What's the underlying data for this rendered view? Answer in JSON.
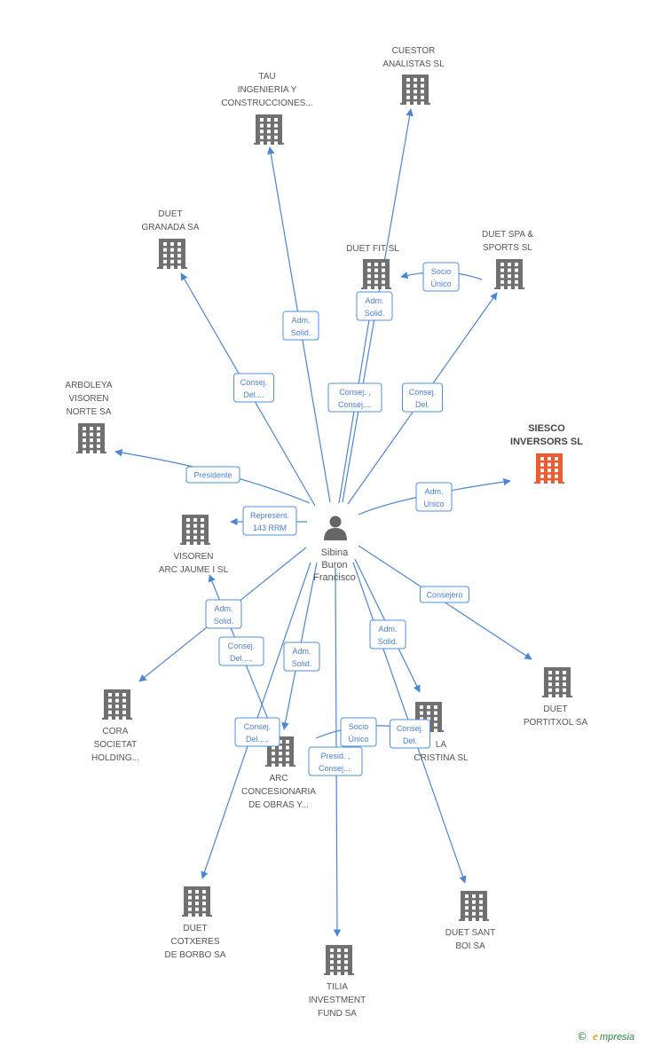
{
  "colors": {
    "edge": "#4a86d8",
    "building": "#707070",
    "highlight": "#ef5a2f",
    "label_border": "#4a90e2",
    "label_text": "#4a7fd4"
  },
  "person": {
    "name_lines": [
      "Sibina",
      "Buron",
      "Francisco"
    ],
    "icon": "person-icon"
  },
  "companies": [
    {
      "id": "cuestor",
      "lines": [
        "CUESTOR",
        "ANALISTAS SL"
      ],
      "highlight": false
    },
    {
      "id": "tau",
      "lines": [
        "TAU",
        "INGENIERIA Y",
        "CONSTRUCCIONES..."
      ],
      "highlight": false
    },
    {
      "id": "duet-granada",
      "lines": [
        "DUET",
        "GRANADA SA"
      ],
      "highlight": false
    },
    {
      "id": "duet-fit",
      "lines": [
        "DUET FIT SL"
      ],
      "highlight": false
    },
    {
      "id": "duet-spa",
      "lines": [
        "DUET SPA &",
        "SPORTS SL"
      ],
      "highlight": false
    },
    {
      "id": "siesco",
      "lines": [
        "SIESCO",
        "INVERSORS SL"
      ],
      "highlight": true
    },
    {
      "id": "arboleya",
      "lines": [
        "ARBOLEYA",
        "VISOREN",
        "NORTE SA"
      ],
      "highlight": false
    },
    {
      "id": "visoren-arc",
      "lines": [
        "VISOREN",
        "ARC JAUME I SL"
      ],
      "highlight": false
    },
    {
      "id": "cora",
      "lines": [
        "CORA",
        "SOCIETAT",
        "HOLDING..."
      ],
      "highlight": false
    },
    {
      "id": "duet-portitxol",
      "lines": [
        "DUET",
        "PORTITXOL SA"
      ],
      "highlight": false
    },
    {
      "id": "cristina",
      "lines": [
        "LA",
        "CRISTINA SL"
      ],
      "highlight": false
    },
    {
      "id": "arc-concesionaria",
      "lines": [
        "ARC",
        "CONCESIONARIA",
        "DE OBRAS Y..."
      ],
      "highlight": false
    },
    {
      "id": "duet-cotxeres",
      "lines": [
        "DUET",
        "COTXERES",
        "DE BORBO SA"
      ],
      "highlight": false
    },
    {
      "id": "duet-sant-boi",
      "lines": [
        "DUET SANT",
        "BOI SA"
      ],
      "highlight": false
    },
    {
      "id": "tilia",
      "lines": [
        "TILIA",
        "INVESTMENT",
        "FUND SA"
      ],
      "highlight": false
    }
  ],
  "roles": [
    {
      "id": "r-tau",
      "lines": [
        "Adm.",
        "Solid."
      ]
    },
    {
      "id": "r-granada",
      "lines": [
        "Consej.",
        "Del...."
      ]
    },
    {
      "id": "r-fit-a",
      "lines": [
        "Adm.",
        "Solid."
      ]
    },
    {
      "id": "r-cuestor",
      "lines": [
        "Consej. ,",
        "Consej...."
      ]
    },
    {
      "id": "r-spa-fit",
      "lines": [
        "Socio",
        "Único"
      ]
    },
    {
      "id": "r-spa",
      "lines": [
        "Consej.",
        "Del."
      ]
    },
    {
      "id": "r-siesco",
      "lines": [
        "Adm.",
        "Unico"
      ]
    },
    {
      "id": "r-arboleya",
      "lines": [
        "Presidente"
      ]
    },
    {
      "id": "r-visoren",
      "lines": [
        "Represent.",
        "143 RRM"
      ]
    },
    {
      "id": "r-cora",
      "lines": [
        "Adm.",
        "Solid."
      ]
    },
    {
      "id": "r-arc-a",
      "lines": [
        "Consej.",
        "Del.,..."
      ]
    },
    {
      "id": "r-arc-b",
      "lines": [
        "Adm.",
        "Solid."
      ]
    },
    {
      "id": "r-cotxeres",
      "lines": [
        "Consej.",
        "Del.,..."
      ]
    },
    {
      "id": "r-cristina-a",
      "lines": [
        "Adm.",
        "Solid."
      ]
    },
    {
      "id": "r-portitxol",
      "lines": [
        "Consejero"
      ]
    },
    {
      "id": "r-cristina-b",
      "lines": [
        "Socio",
        "Único"
      ]
    },
    {
      "id": "r-santboi",
      "lines": [
        "Consej.",
        "Del."
      ]
    },
    {
      "id": "r-tilia",
      "lines": [
        "Presid. ,",
        "Consej...."
      ]
    }
  ],
  "footer": {
    "copyright": "©",
    "brand_initial": "e",
    "brand_rest": "mpresia"
  }
}
